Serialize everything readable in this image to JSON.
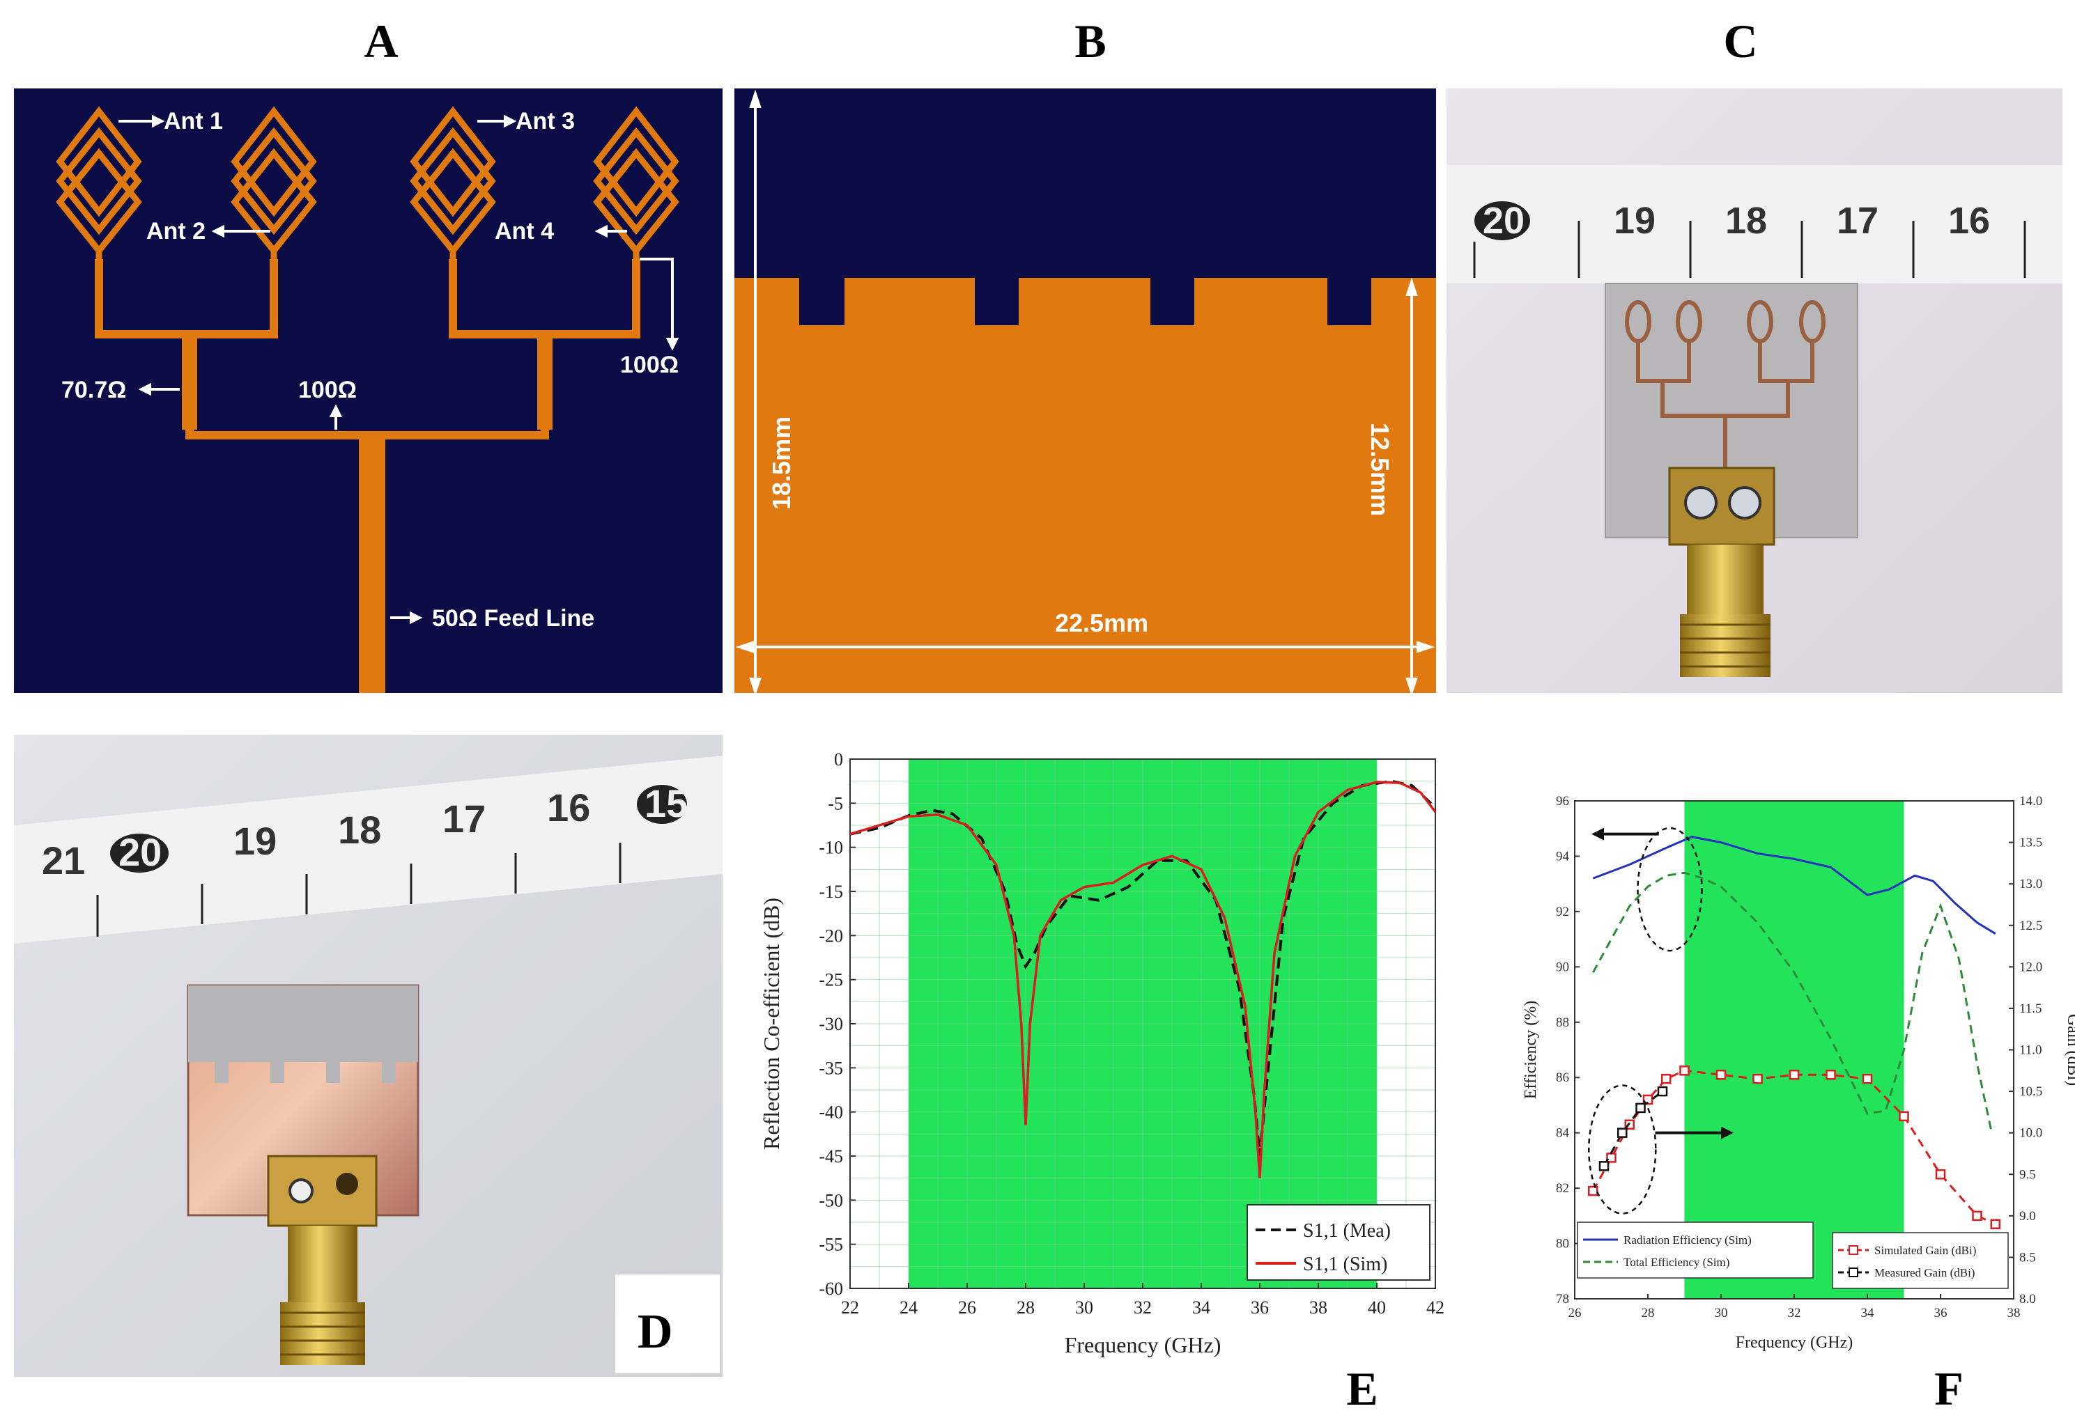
{
  "labels": {
    "a": "A",
    "b": "B",
    "c": "C",
    "d": "D",
    "e": "E",
    "f": "F"
  },
  "colors": {
    "substrate": "#0b0b45",
    "copper": "#e07a10",
    "band": "#22e35a",
    "sim": "#d81e1e",
    "mea": "#111111",
    "eff_rad": "#2233bb",
    "eff_tot": "#2e8b3a"
  },
  "panel_a": {
    "ant1": "Ant 1",
    "ant2": "Ant 2",
    "ant3": "Ant 3",
    "ant4": "Ant 4",
    "z707": "70.7Ω",
    "z100_mid": "100Ω",
    "z100_right": "100Ω",
    "feed": "50Ω Feed Line"
  },
  "panel_b": {
    "height_total": "18.5mm",
    "height_ground": "12.5mm",
    "width": "22.5mm"
  },
  "photos": {
    "ruler_c": [
      "20",
      "19",
      "18",
      "17",
      "16"
    ],
    "ruler_d": [
      "21",
      "20",
      "19",
      "18",
      "17",
      "16",
      "15"
    ]
  },
  "chart_data": [
    {
      "type": "line",
      "xlabel": "Frequency (GHz)",
      "ylabel": "Reflection Co-efficient (dB)",
      "xlim": [
        22,
        42
      ],
      "ylim": [
        -60,
        0
      ],
      "xticks": [
        "22",
        "24",
        "26",
        "28",
        "30",
        "32",
        "34",
        "36",
        "38",
        "40",
        "42"
      ],
      "yticks": [
        "0",
        "-5",
        "-10",
        "-15",
        "-20",
        "-25",
        "-30",
        "-35",
        "-40",
        "-45",
        "-50",
        "-55",
        "-60"
      ],
      "band": [
        24,
        40
      ],
      "grid": true,
      "legend_position": "bottom-right",
      "series": [
        {
          "name": "S1,1 (Mea)",
          "style": "dashed",
          "x": [
            22,
            23,
            24,
            24.8,
            25.5,
            26.5,
            27.3,
            27.7,
            28,
            28.3,
            28.7,
            29.5,
            30.5,
            31.5,
            32.5,
            33.5,
            34.5,
            35.3,
            35.8,
            36,
            36.2,
            36.8,
            37.5,
            38.5,
            39.5,
            40.5,
            41.2,
            42
          ],
          "y": [
            -8.5,
            -7.8,
            -6.4,
            -5.8,
            -6.2,
            -9,
            -15,
            -21,
            -23.5,
            -22,
            -19,
            -15.5,
            -16,
            -14.5,
            -11.5,
            -11.5,
            -16,
            -26,
            -38,
            -45,
            -38,
            -18,
            -9,
            -5,
            -3,
            -2.5,
            -3,
            -5.5
          ]
        },
        {
          "name": "S1,1 (Sim)",
          "style": "solid",
          "x": [
            22,
            23,
            24,
            25,
            26,
            27,
            27.6,
            27.85,
            28,
            28.15,
            28.5,
            29.2,
            30,
            31,
            32,
            33,
            34,
            34.8,
            35.5,
            35.85,
            36,
            36.15,
            36.5,
            37.2,
            38,
            39,
            40,
            40.8,
            41.5,
            42
          ],
          "y": [
            -8.5,
            -7.5,
            -6.5,
            -6.3,
            -7.5,
            -12,
            -20,
            -30,
            -41.5,
            -30,
            -20,
            -16,
            -14.5,
            -14,
            -12,
            -11,
            -12.5,
            -18,
            -28,
            -40,
            -47.5,
            -38,
            -22,
            -11,
            -6,
            -3.5,
            -2.6,
            -2.7,
            -3.8,
            -6
          ]
        }
      ]
    },
    {
      "type": "line",
      "xlabel": "Frequency (GHz)",
      "ylabel": "Efficiency (%)",
      "y2label": "Gain (dBi)",
      "xlim": [
        26,
        38
      ],
      "ylim": [
        78,
        96
      ],
      "y2lim": [
        8,
        14
      ],
      "xticks": [
        "26",
        "28",
        "30",
        "32",
        "34",
        "36",
        "38"
      ],
      "yticks": [
        "78",
        "80",
        "82",
        "84",
        "86",
        "88",
        "90",
        "92",
        "94",
        "96"
      ],
      "y2ticks": [
        "8.0",
        "8.5",
        "9.0",
        "9.5",
        "10.0",
        "10.5",
        "11.0",
        "11.5",
        "12.0",
        "12.5",
        "13.0",
        "13.5",
        "14.0"
      ],
      "band": [
        29,
        35
      ],
      "legend_position": "bottom",
      "series": [
        {
          "name": "Radiation Efficiency (Sim)",
          "axis": "left",
          "style": "solid",
          "x": [
            26.5,
            27.5,
            28.5,
            29.2,
            30,
            31,
            32,
            33,
            34,
            34.6,
            35.3,
            35.8,
            36.4,
            37,
            37.5
          ],
          "y": [
            93.2,
            93.7,
            94.3,
            94.7,
            94.5,
            94.1,
            93.9,
            93.6,
            92.6,
            92.8,
            93.3,
            93.1,
            92.3,
            91.6,
            91.2
          ]
        },
        {
          "name": "Total Efficiency (Sim)",
          "axis": "left",
          "style": "dashed",
          "x": [
            26.5,
            27,
            27.5,
            28,
            28.5,
            29,
            29.5,
            30,
            31,
            32,
            33,
            34,
            34.5,
            35,
            35.5,
            36,
            36.5,
            37,
            37.4
          ],
          "y": [
            89.8,
            91,
            92.2,
            92.9,
            93.3,
            93.4,
            93.2,
            92.9,
            91.6,
            89.8,
            87.4,
            84.7,
            84.8,
            87,
            90.5,
            92.2,
            90.3,
            86.5,
            84
          ]
        },
        {
          "name": "Simulated Gain (dBi)",
          "axis": "right",
          "style": "dashed-marker",
          "x": [
            26.5,
            27,
            27.5,
            28,
            28.5,
            29,
            30,
            31,
            32,
            33,
            34,
            35,
            36,
            37,
            37.5
          ],
          "y": [
            9.3,
            9.7,
            10.1,
            10.4,
            10.65,
            10.75,
            10.7,
            10.65,
            10.7,
            10.7,
            10.65,
            10.2,
            9.5,
            9.0,
            8.9
          ]
        },
        {
          "name": "Measured Gain (dBi)",
          "axis": "right",
          "style": "dashed-marker",
          "x": [
            26.8,
            27.3,
            27.8,
            28.4
          ],
          "y": [
            9.6,
            10.0,
            10.3,
            10.5
          ]
        }
      ]
    }
  ]
}
